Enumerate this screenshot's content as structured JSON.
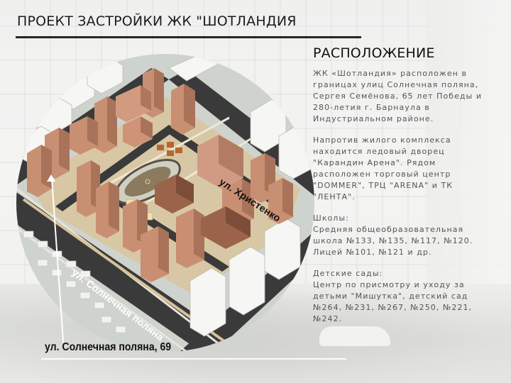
{
  "header": {
    "title": "ПРОЕКТ ЗАСТРОЙКИ ЖК \"ШОТЛАНДИЯ"
  },
  "map": {
    "streets": {
      "hristenko": "ул. Христенко",
      "solnechnaya": "ул. Солнечная поляна"
    },
    "address": "ул. Солнечная поляна, 69",
    "colors": {
      "road": "#3a3a3a",
      "project_building": "#c98f72",
      "project_building_dark": "#a9735a",
      "existing_building": "#f4f4f2",
      "courtyard": "#d8c7a4",
      "sidewalk": "#cfd3ce",
      "stadium": "#8c7a5e"
    }
  },
  "info": {
    "heading": "РАСПОЛОЖЕНИЕ",
    "paragraphs": [
      "ЖК «Шотландия» расположен в\nграницах улиц Солнечная поляна,\nСергея Семёнова, 65 лет Победы и\n280-летия г. Барнаула в\nИндустриальном районе.",
      "Напротив жилого комплекса\nнаходится ледовый дворец\n\"Карандин Арена\". Рядом\nрасположен торговый центр\n\"DOMMER\", ТРЦ \"ARENA\" и ТК\n\"ЛЕНТА\".",
      "Школы:\nСредняя общеобразовательная\nшкола №133, №135, №117, №120.\nЛицей №101, №121 и др.",
      "Детские сады:\nЦентр по присмотру и уходу за\nдетьми \"Мишутка\", детский сад\n№264, №231, №267, №250, №221,\n№242."
    ]
  }
}
